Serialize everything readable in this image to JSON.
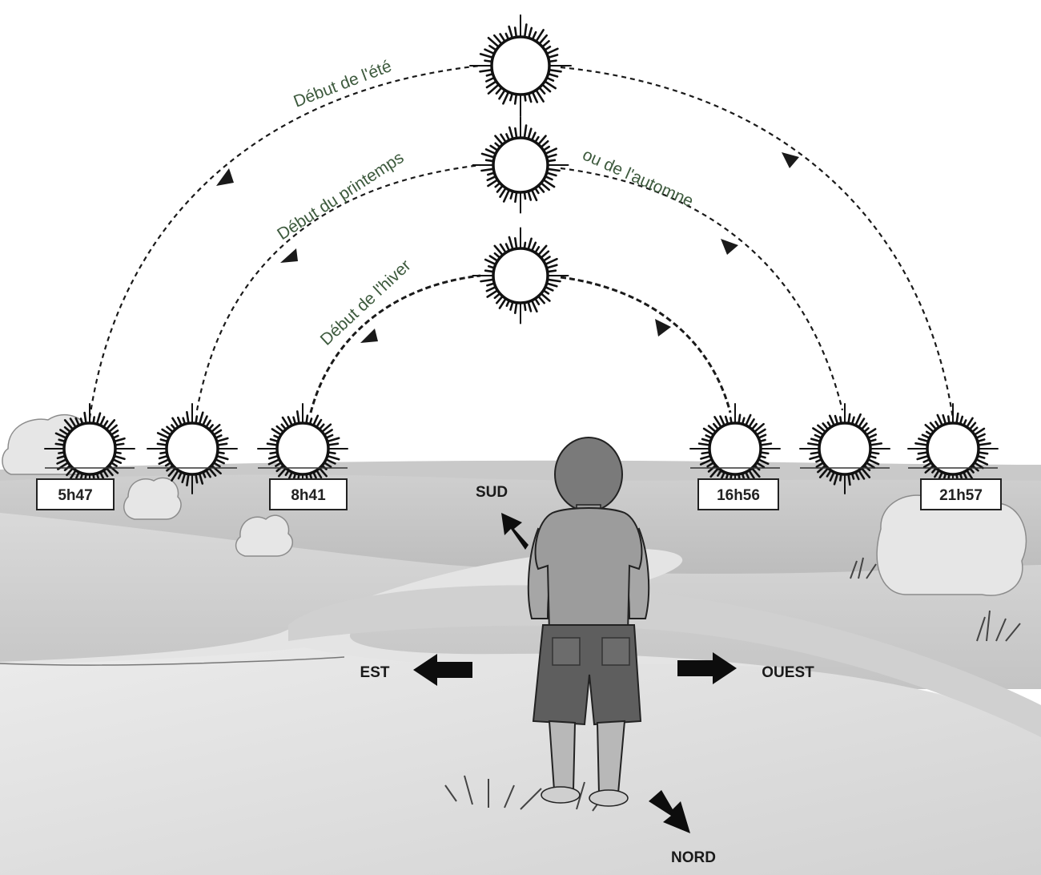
{
  "paths": {
    "summer": {
      "label": "Début de l'été"
    },
    "equinox": {
      "label_left": "Début du printemps",
      "label_right": "ou de l'automne"
    },
    "winter": {
      "label": "Début de l'hiver"
    }
  },
  "times": {
    "summer_sunrise": "5h47",
    "winter_sunrise": "8h41",
    "winter_sunset": "16h56",
    "summer_sunset": "21h57"
  },
  "directions": {
    "south": "SUD",
    "east": "EST",
    "west": "OUEST",
    "north": "NORD"
  },
  "colors": {
    "label_text": "#3d5a3d",
    "ink": "#1a1a1a",
    "ground_light": "#e2e2e2",
    "ground_dark": "#bdbdbd"
  }
}
